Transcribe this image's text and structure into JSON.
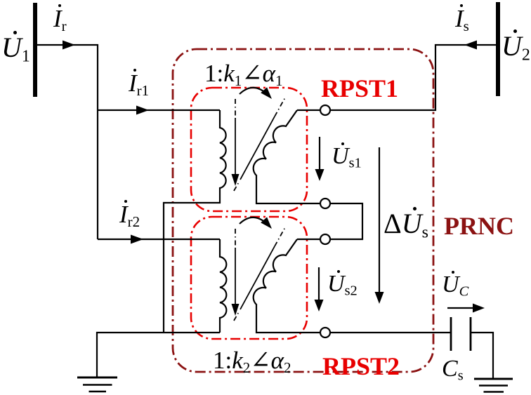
{
  "colors": {
    "wire": "#000000",
    "box_red": "#e80000",
    "box_darkred": "#8b1212",
    "background": "#ffffff"
  },
  "labels": {
    "u1": {
      "segments": [
        {
          "t": "U",
          "i": true,
          "dot": true
        },
        {
          "t": "1",
          "sub": true
        }
      ]
    },
    "u2": {
      "segments": [
        {
          "t": "U",
          "i": true,
          "dot": true
        },
        {
          "t": "2",
          "sub": true
        }
      ]
    },
    "ir": {
      "segments": [
        {
          "t": "I",
          "i": true,
          "dot": true
        },
        {
          "t": "r",
          "sub": true
        }
      ]
    },
    "ir1": {
      "segments": [
        {
          "t": "I",
          "i": true,
          "dot": true
        },
        {
          "t": "r1",
          "sub": true
        }
      ]
    },
    "ir2": {
      "segments": [
        {
          "t": "I",
          "i": true,
          "dot": true
        },
        {
          "t": "r2",
          "sub": true
        }
      ]
    },
    "is": {
      "segments": [
        {
          "t": "I",
          "i": true,
          "dot": true
        },
        {
          "t": "s",
          "sub": true
        }
      ]
    },
    "ratio1": {
      "segments": [
        {
          "t": "1:"
        },
        {
          "t": "k",
          "i": true
        },
        {
          "t": "1",
          "sub": true
        },
        {
          "t": "∠"
        },
        {
          "t": "α",
          "i": true
        },
        {
          "t": "1",
          "sub": true
        }
      ]
    },
    "ratio2": {
      "segments": [
        {
          "t": "1:"
        },
        {
          "t": "k",
          "i": true
        },
        {
          "t": "2",
          "sub": true
        },
        {
          "t": "∠"
        },
        {
          "t": "α",
          "i": true
        },
        {
          "t": "2",
          "sub": true
        }
      ]
    },
    "rpst1": {
      "segments": [
        {
          "t": "RPST1"
        }
      ]
    },
    "rpst2": {
      "segments": [
        {
          "t": "RPST2"
        }
      ]
    },
    "prnc": {
      "segments": [
        {
          "t": "PRNC"
        }
      ]
    },
    "us1": {
      "segments": [
        {
          "t": "U",
          "i": true,
          "dot": true
        },
        {
          "t": "s1",
          "sub": true
        }
      ]
    },
    "us2": {
      "segments": [
        {
          "t": "U",
          "i": true,
          "dot": true
        },
        {
          "t": "s2",
          "sub": true
        }
      ]
    },
    "dus": {
      "segments": [
        {
          "t": "Δ"
        },
        {
          "t": "U",
          "i": true,
          "dot": true
        },
        {
          "t": "s",
          "sub": true
        }
      ]
    },
    "uc": {
      "segments": [
        {
          "t": "U",
          "i": true,
          "dot": true
        },
        {
          "t": "C",
          "i": true,
          "sub": true
        }
      ]
    },
    "cs": {
      "segments": [
        {
          "t": "C",
          "i": true
        },
        {
          "t": "s",
          "sub": true
        }
      ]
    }
  }
}
